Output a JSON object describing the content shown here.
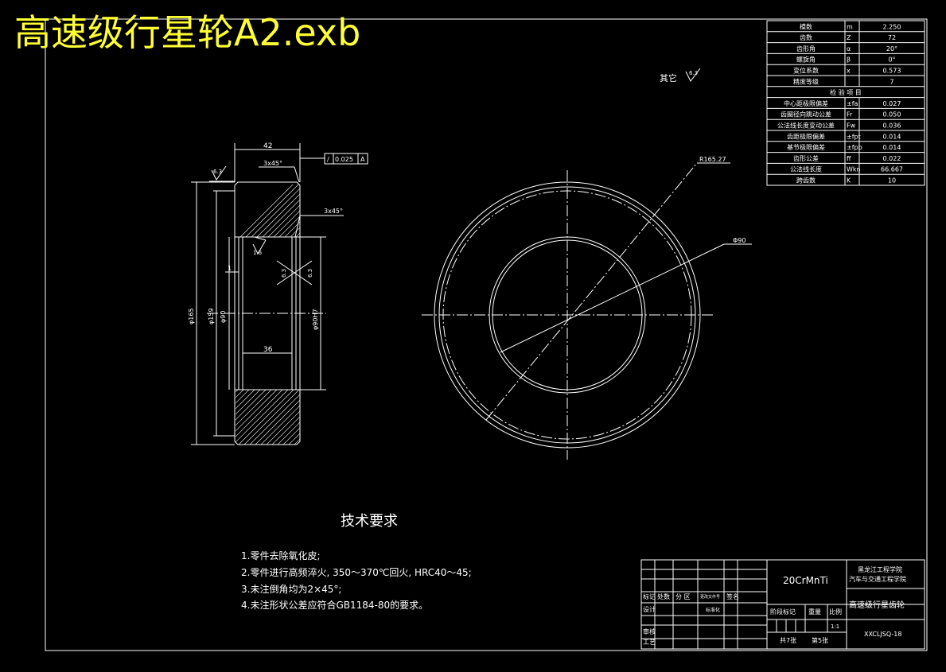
{
  "file_title": "高速级行星轮A2.exb",
  "params": [
    {
      "name": "模数",
      "sym": "m",
      "val": "2.250"
    },
    {
      "name": "齿数",
      "sym": "Z",
      "val": "72"
    },
    {
      "name": "齿形角",
      "sym": "α",
      "val": "20°"
    },
    {
      "name": "螺旋角",
      "sym": "β",
      "val": "0°"
    },
    {
      "name": "变位系数",
      "sym": "x",
      "val": "0.573"
    },
    {
      "name": "精度等级",
      "sym": "",
      "val": "7"
    }
  ],
  "inspect_header": "检  验  项  目",
  "inspect": [
    {
      "name": "中心距极限偏差",
      "sym": "±fa",
      "val": "0.027"
    },
    {
      "name": "齿圈径向跳动公差",
      "sym": "Fr",
      "val": "0.050"
    },
    {
      "name": "公法线长度变动公差",
      "sym": "Fw",
      "val": "0.036"
    },
    {
      "name": "齿距极限偏差",
      "sym": "±fpt",
      "val": "0.014"
    },
    {
      "name": "基节极限偏差",
      "sym": "±fpb",
      "val": "0.014"
    },
    {
      "name": "齿形公差",
      "sym": "ff",
      "val": "0.022"
    },
    {
      "name": "公法线长度",
      "sym": "Wkn",
      "val": "66.667"
    },
    {
      "name": "跨齿数",
      "sym": "K",
      "val": "10"
    }
  ],
  "other_roughness": {
    "label": "其它",
    "value": "6.3"
  },
  "dims": {
    "width": "42",
    "chamfer1": "3x45°",
    "chamfer2": "3x45°",
    "tolerance_sym": "/",
    "tolerance_val": "0.025",
    "tolerance_ref": "A",
    "rough_top": "6.3",
    "rough_inner": "1.6",
    "rough_c1": "6.3",
    "rough_c2": "6.3",
    "d_outer": "φ165",
    "d_root": "φ159",
    "d_bore": "φ90",
    "d_right": "φ90H7",
    "step": "1",
    "bore_len": "36",
    "r_label": "R165.27",
    "d_label": "Φ90"
  },
  "tech": {
    "title": "技术要求",
    "items": [
      "1.零件去除氧化皮;",
      "2.零件进行高频淬火, 350～370℃回火, HRC40～45;",
      "3.未注倒角均为2×45°;",
      "4.未注形状公差应符合GB1184-80的要求。"
    ]
  },
  "titleblock": {
    "material": "20CrMnTi",
    "school1": "黑龙江工程学院",
    "school2": "汽车与交通工程学院",
    "part_name": "高速级行星齿轮",
    "drawing_no": "XXCLJSQ-18",
    "scale": "1:1",
    "stage_label": "阶段标记",
    "weight_label": "重量",
    "scale_label": "比例",
    "sheets_total": "共7张",
    "sheet_no": "第5张",
    "row_mark": "标记",
    "row_count": "处数",
    "row_zone": "分 区",
    "row_doc": "更改文件号",
    "row_sign": "签名",
    "row_design": "设计",
    "row_std": "标准化",
    "row_review": "审核",
    "row_process": "工艺"
  }
}
